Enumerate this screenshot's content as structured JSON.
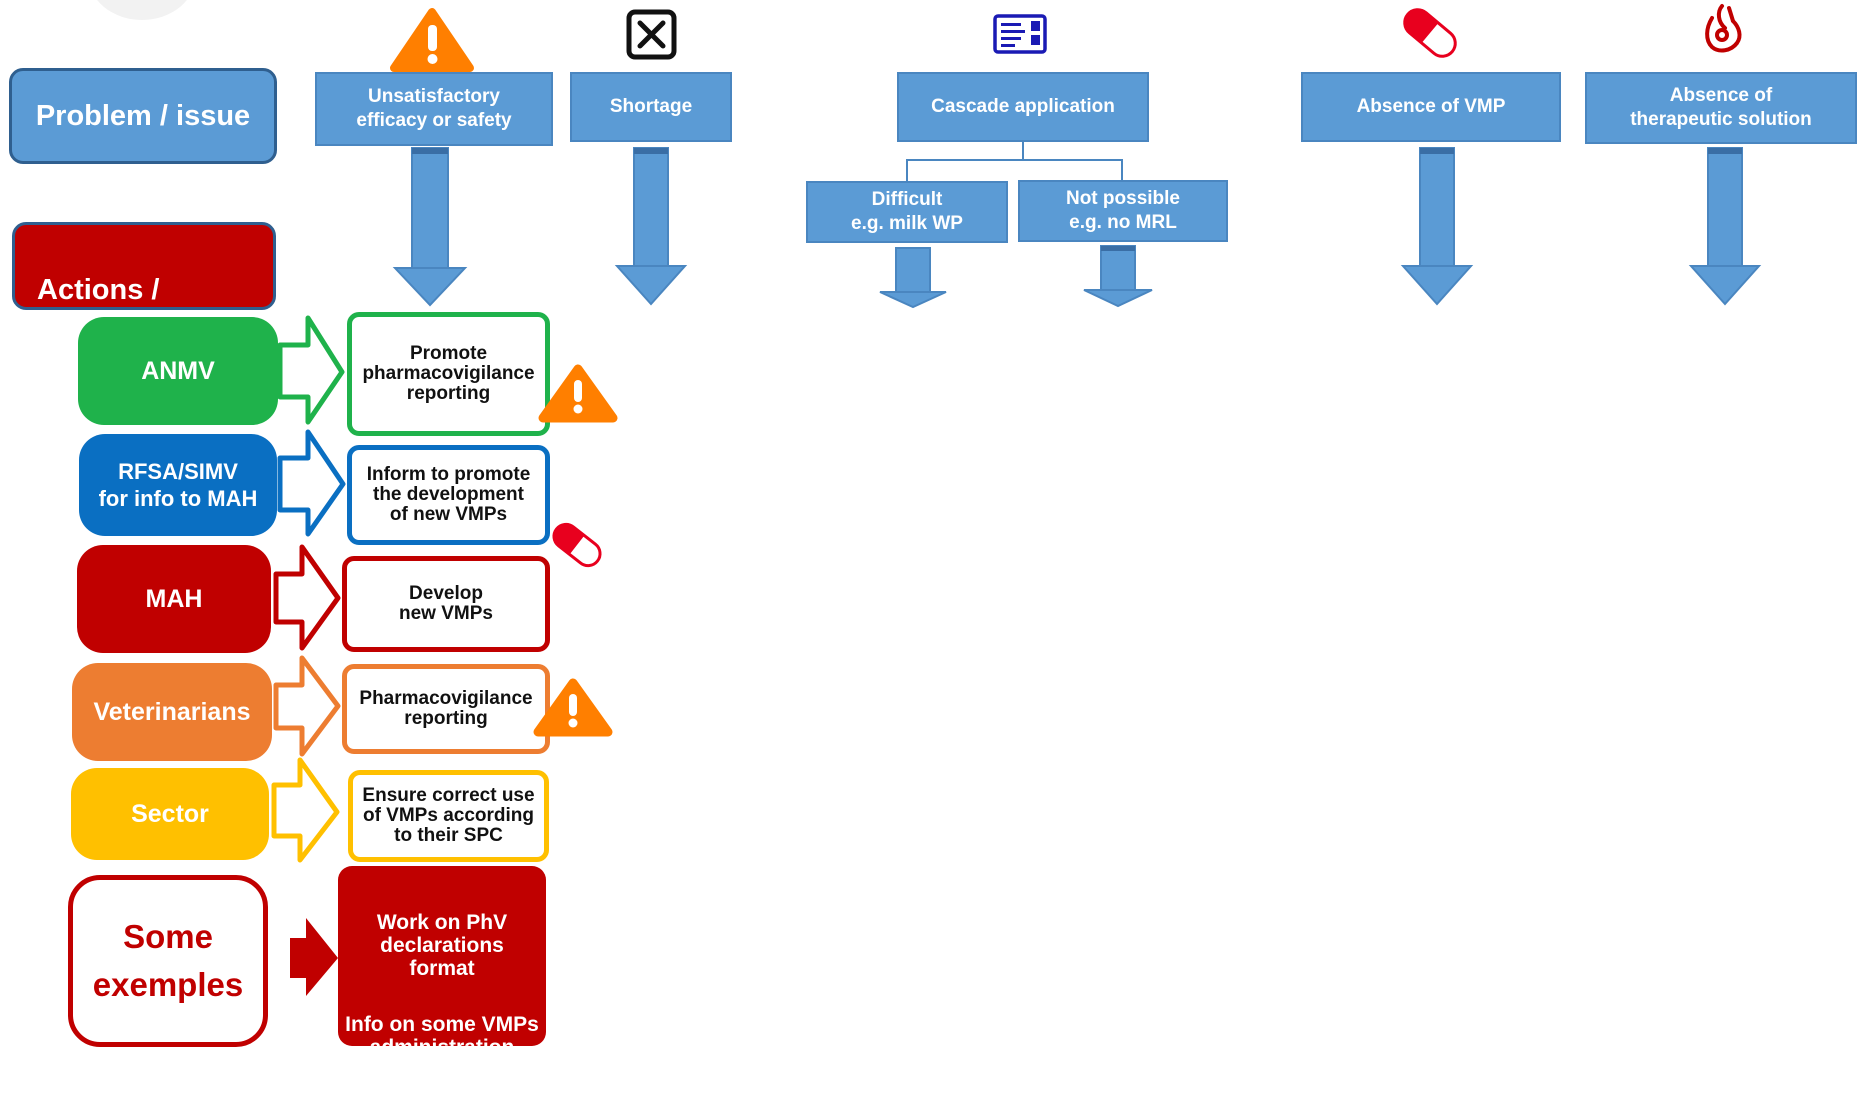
{
  "legend": {
    "problem_label": "Problem / issue",
    "actions_label": "Actions /\nsolutions"
  },
  "problems": [
    {
      "label": "Unsatisfactory\nefficacy or safety",
      "icon": "warning-icon"
    },
    {
      "label": "Shortage",
      "icon": "close-box-icon"
    },
    {
      "label": "Cascade application",
      "icon": "leaflet-icon"
    },
    {
      "label": "Absence  of VMP",
      "icon": "pill-icon"
    },
    {
      "label": "Absence of\ntherapeutic solution",
      "icon": "hand-icon"
    }
  ],
  "cascade_branches": [
    {
      "label": "Difficult\ne.g. milk WP"
    },
    {
      "label": "Not possible\ne.g. no MRL"
    }
  ],
  "actors": [
    {
      "name": "ANMV",
      "color": "#1fb24b",
      "solution": "Promote\npharmacovigilance\nreporting",
      "solution_icon": "warning-icon"
    },
    {
      "name": "RFSA/SIMV\nfor info to MAH",
      "color": "#0a6fc2",
      "solution": "Inform to promote\nthe development\nof new VMPs",
      "solution_icon": "pill-icon"
    },
    {
      "name": "MAH",
      "color": "#c00000",
      "solution": "Develop\nnew VMPs",
      "solution_icon": ""
    },
    {
      "name": "Veterinarians",
      "color": "#ed7d31",
      "solution": "Pharmacovigilance\nreporting",
      "solution_icon": "warning-icon"
    },
    {
      "name": "Sector",
      "color": "#ffc000",
      "solution": "Ensure correct use\nof VMPs according\nto their SPC",
      "solution_icon": ""
    }
  ],
  "examples": {
    "label": "Some\nexemples",
    "item1": "Work on  PhV\ndeclarations\nformat",
    "item2": "Info on some VMPs\nadministration\nissues"
  },
  "colors": {
    "problem_blue": "#5b9bd5",
    "action_red": "#c00000",
    "warning_orange": "#ff7f00",
    "icon_navy": "#1a1ab4"
  }
}
